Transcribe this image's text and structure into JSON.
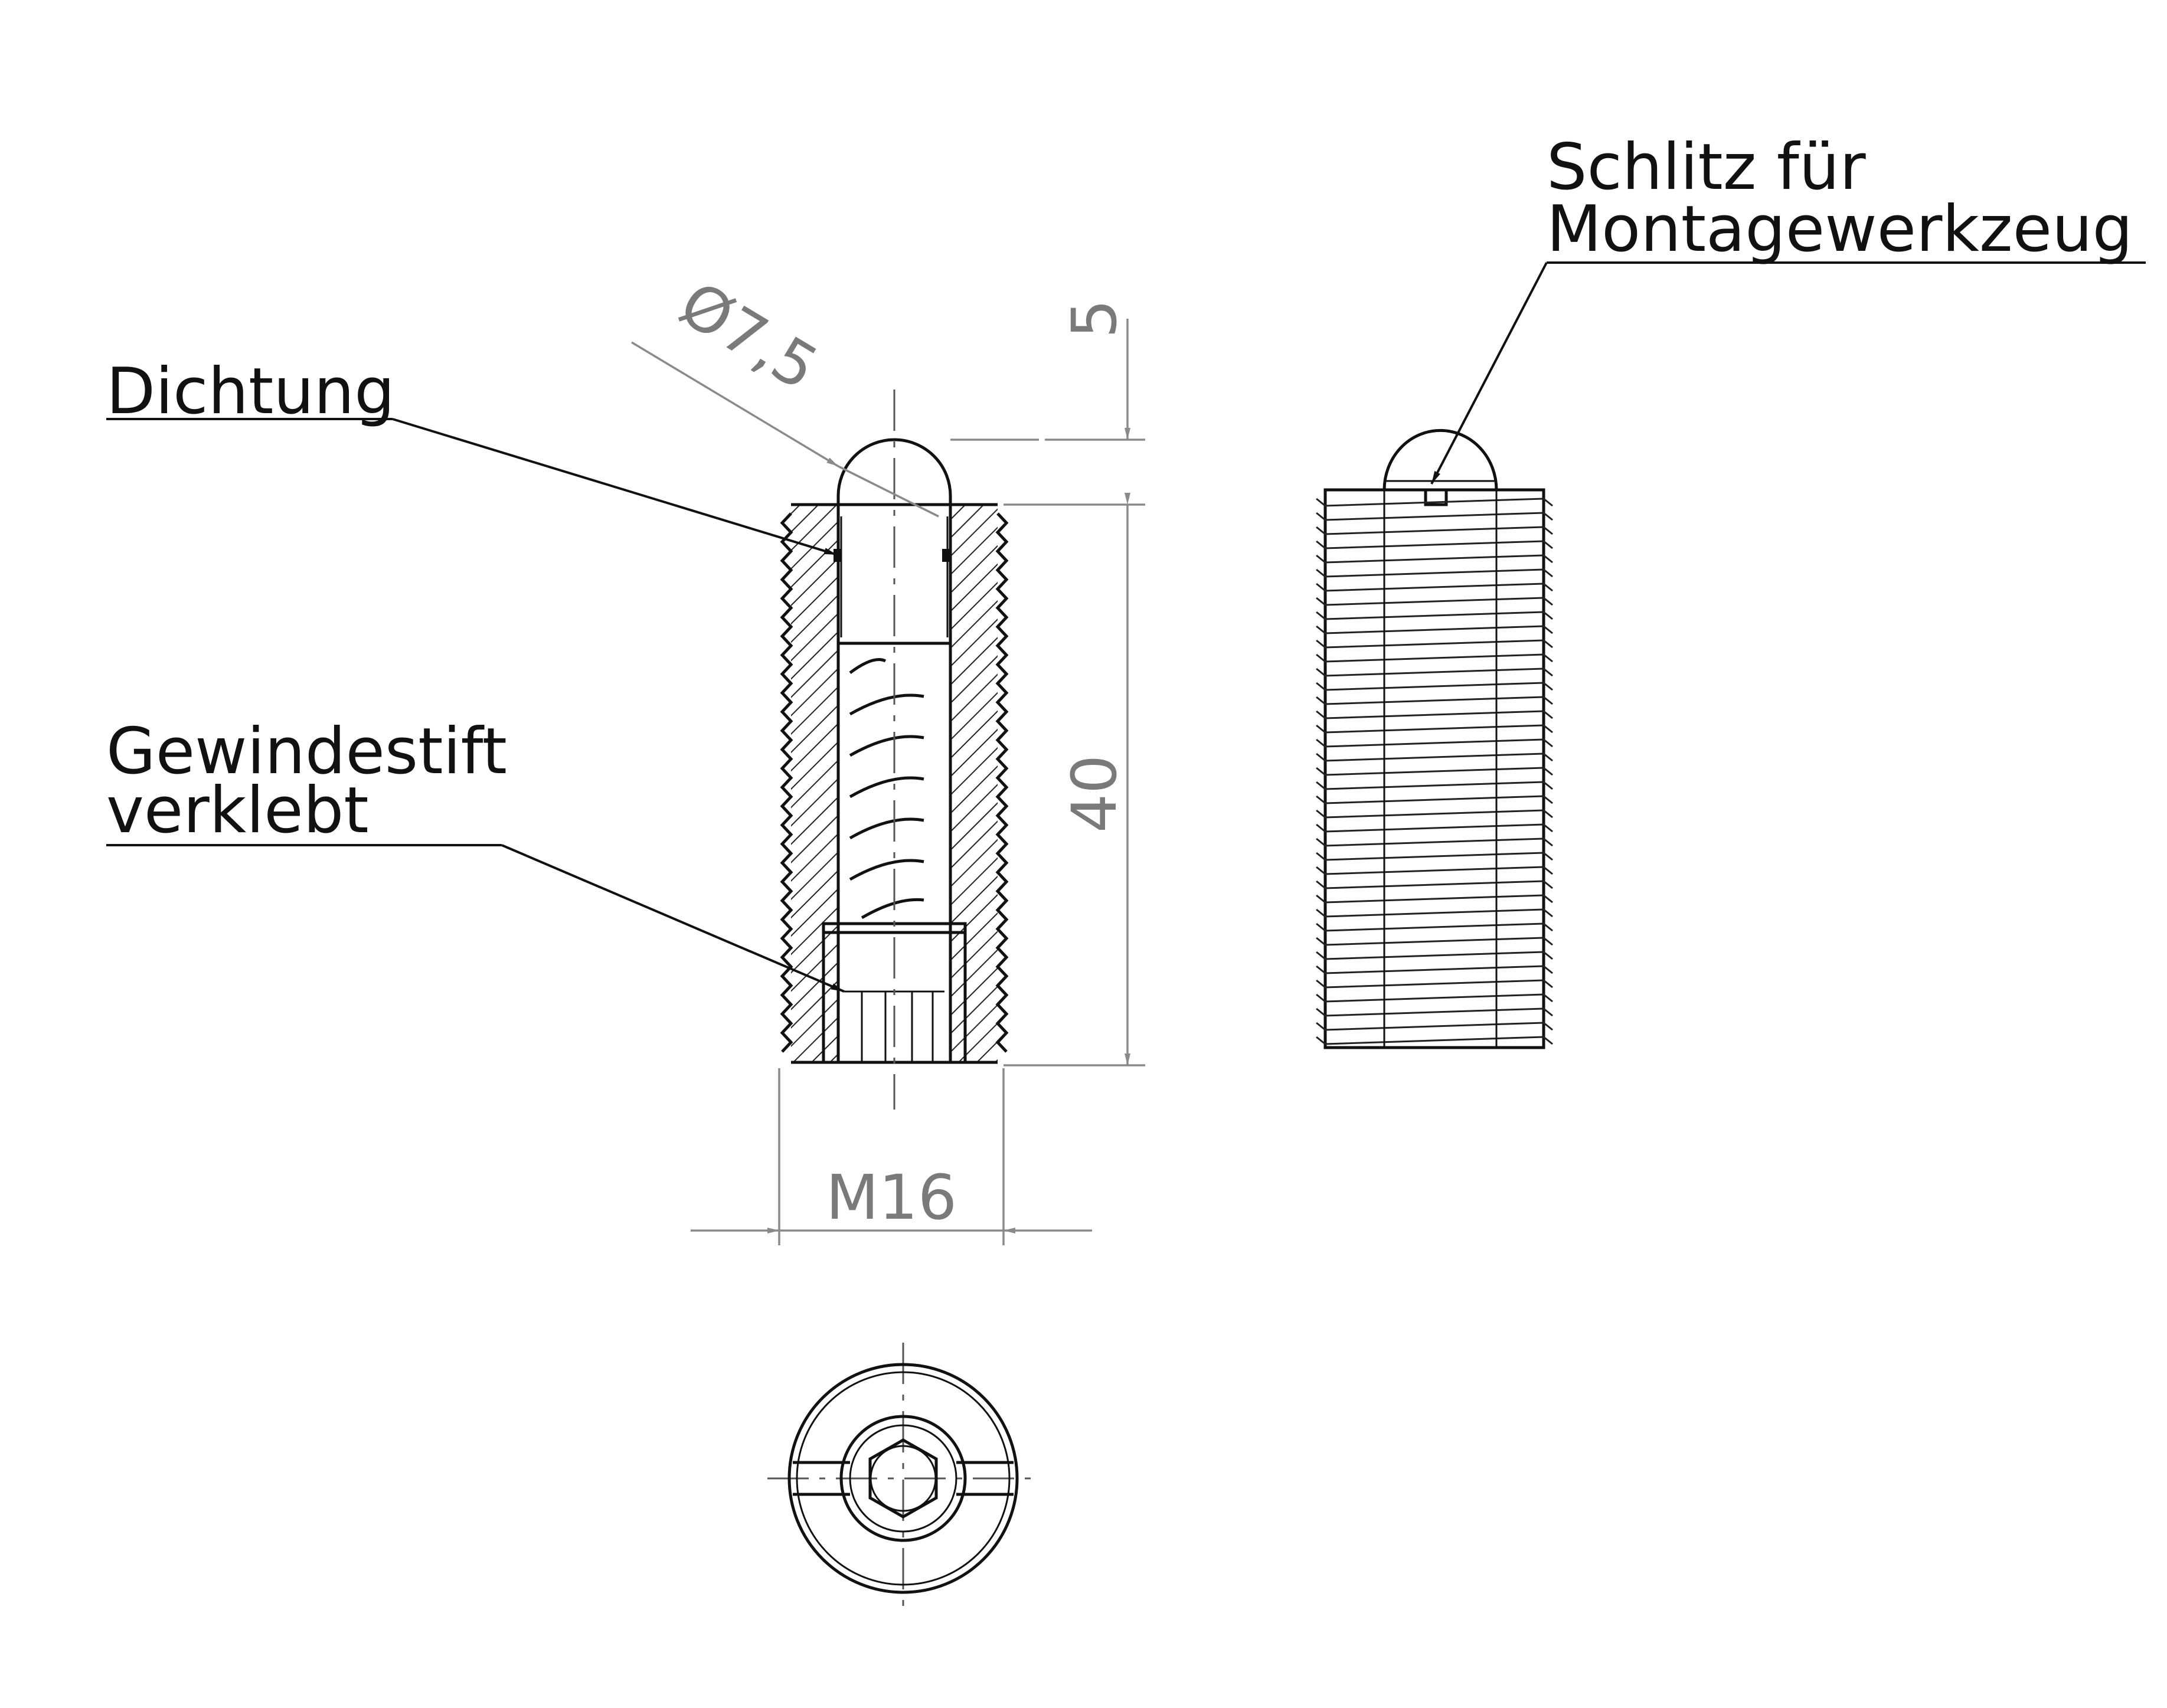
{
  "labels": {
    "dichtung": "Dichtung",
    "gewindestift_line1": "Gewindestift",
    "gewindestift_line2": "verklebt",
    "schlitz_line1": "Schlitz für",
    "schlitz_line2": "Montagewerkzeug"
  },
  "dimensions": {
    "diameter": "Ø7,5",
    "overhang": "5",
    "length": "40",
    "thread": "M16"
  },
  "colors": {
    "ink": "#111111",
    "dimension": "#7a7a7a",
    "background": "#ffffff"
  }
}
